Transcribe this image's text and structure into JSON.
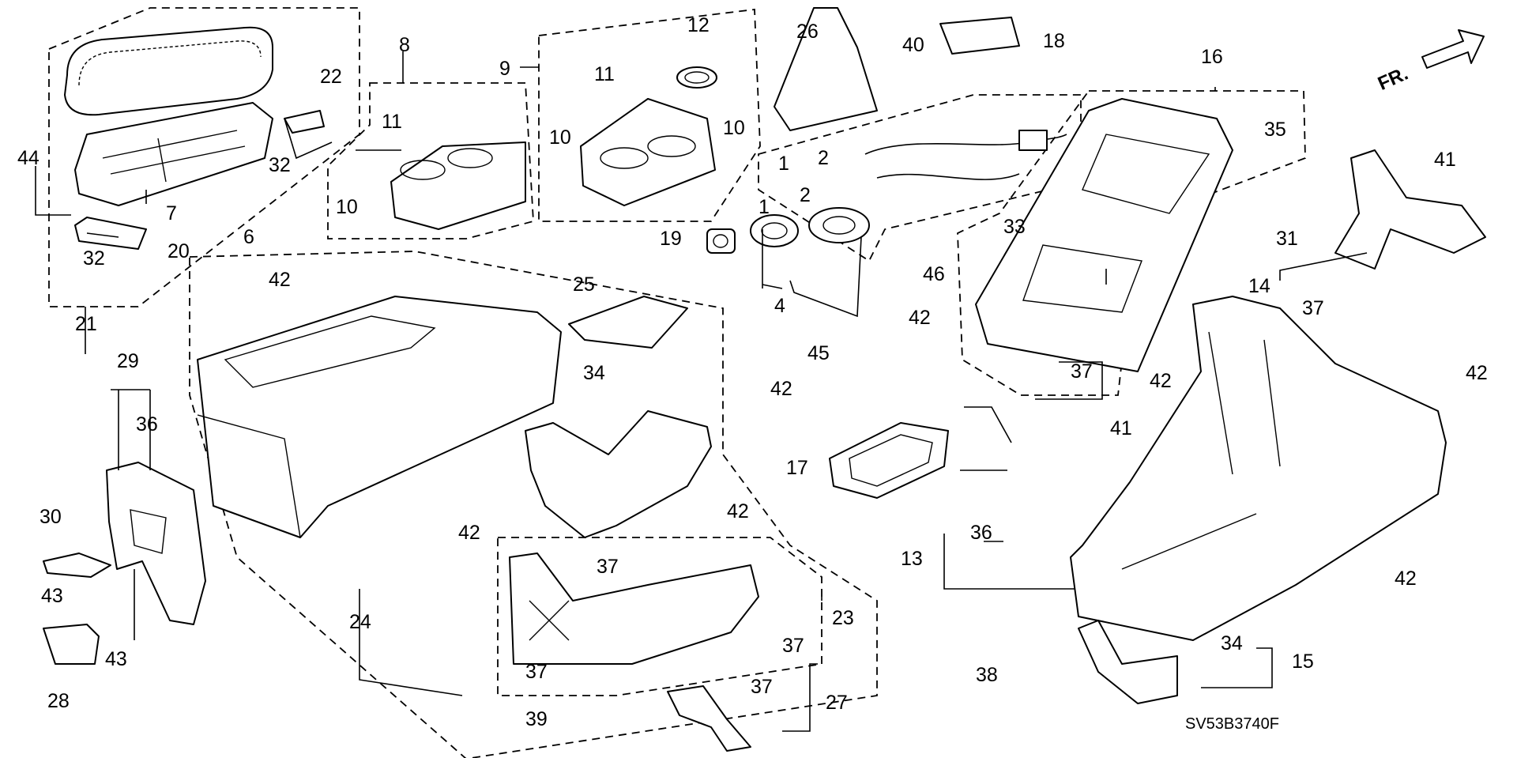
{
  "diagram_code": "SV53B3740F",
  "front_marker": "FR.",
  "callouts": {
    "c1a": "1",
    "c1b": "1",
    "c2a": "2",
    "c2b": "2",
    "c4": "4",
    "c6": "6",
    "c7": "7",
    "c8": "8",
    "c9": "9",
    "c10a": "10",
    "c10b": "10",
    "c10c": "10",
    "c11a": "11",
    "c11b": "11",
    "c12": "12",
    "c13": "13",
    "c14": "14",
    "c15": "15",
    "c16": "16",
    "c17": "17",
    "c18": "18",
    "c19": "19",
    "c20": "20",
    "c21": "21",
    "c22": "22",
    "c23": "23",
    "c24": "24",
    "c25": "25",
    "c26": "26",
    "c27": "27",
    "c28": "28",
    "c29": "29",
    "c30": "30",
    "c31": "31",
    "c32a": "32",
    "c32b": "32",
    "c33": "33",
    "c34a": "34",
    "c34b": "34",
    "c35": "35",
    "c36a": "36",
    "c36b": "36",
    "c37a": "37",
    "c37b": "37",
    "c37c": "37",
    "c37d": "37",
    "c37e": "37",
    "c37f": "37",
    "c38": "38",
    "c39": "39",
    "c40": "40",
    "c41a": "41",
    "c41b": "41",
    "c42a": "42",
    "c42b": "42",
    "c42c": "42",
    "c42d": "42",
    "c42e": "42",
    "c42f": "42",
    "c42g": "42",
    "c42h": "42",
    "c43a": "43",
    "c43b": "43",
    "c44": "44",
    "c45": "45",
    "c46": "46"
  }
}
